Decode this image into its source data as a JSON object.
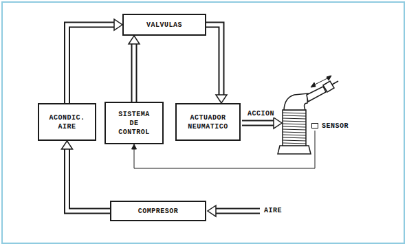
{
  "diagram": {
    "nodes": [
      {
        "text": [
          "VALVULAS"
        ]
      },
      {
        "text": [
          "ACONDIC. AIRE"
        ]
      },
      {
        "text": [
          "SISTEMA DE CONTROL"
        ]
      },
      {
        "text": [
          "ACTUADOR NEUMATICO"
        ]
      },
      {
        "text": [
          "SENSOR"
        ]
      },
      {
        "text": [
          "COMPRESOR"
        ]
      }
    ],
    "edges": [
      {
        "from": 5,
        "to": 1,
        "arrow": "to"
      },
      {
        "from": 1,
        "to": 0,
        "arrow": "to"
      },
      {
        "from": 2,
        "to": 0,
        "arrow": "to"
      },
      {
        "from": 0,
        "to": 3,
        "arrow": "to"
      },
      {
        "from": 4,
        "to": 2,
        "arrow": "to"
      }
    ],
    "labels": [
      "ACCION",
      "AIRE"
    ]
  }
}
